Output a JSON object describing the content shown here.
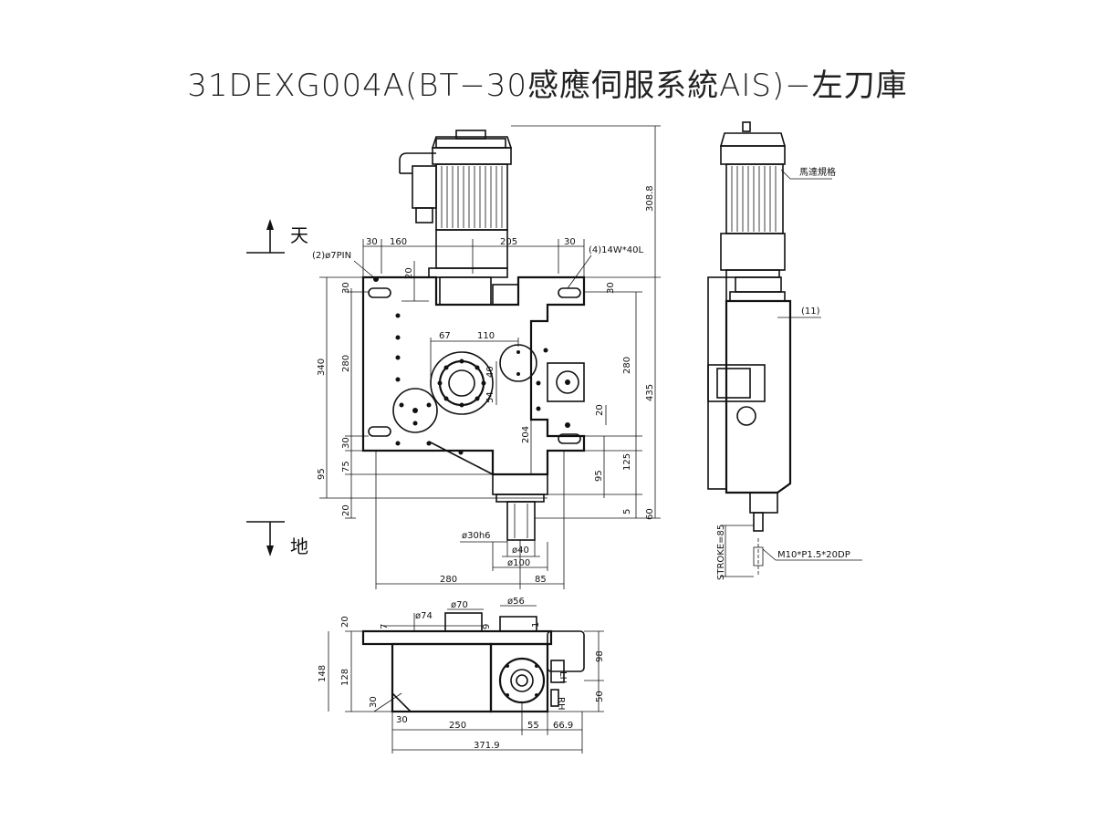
{
  "title": "31DEXG004A(BT−30感應伺服系統AIS)−左刀庫",
  "direction_labels": {
    "top": "天",
    "bottom": "地"
  },
  "front_view": {
    "dims": {
      "d30a": "30",
      "d160": "160",
      "d205": "205",
      "d30b": "30",
      "d20a": "20",
      "d30c": "30",
      "d30d": "30",
      "d340": "340",
      "d280a": "280",
      "d30e": "30",
      "d95a": "95",
      "d75": "75",
      "d20b": "20",
      "d67": "67",
      "d110": "110",
      "d40": "40",
      "d54": "54",
      "d204": "204",
      "d280b": "280",
      "d20c": "20",
      "d95b": "95",
      "d125": "125",
      "d5": "5",
      "d308": "308.8",
      "d435": "435",
      "d60": "60",
      "phi30h6": "ø30h6",
      "phi40": "ø40",
      "phi100": "ø100",
      "d280c": "280",
      "d85": "85"
    },
    "callouts": {
      "pin": "(2)ø7PIN",
      "slots": "(4)14W*40L"
    }
  },
  "side_view": {
    "dims": {
      "d11": "(11)",
      "stroke": "STROKE=85",
      "tap": "M10*P1.5*20DP",
      "motor_note": "馬達規格"
    }
  },
  "bottom_view": {
    "dims": {
      "d20": "20",
      "d7": "7",
      "phi74": "ø74",
      "phi70": "ø70",
      "d9": "9",
      "phi56": "ø56",
      "d1": "1",
      "d148": "148",
      "d128": "128",
      "d98": "98",
      "d50": "50",
      "d30a": "30",
      "d30b": "30",
      "d250": "250",
      "d55": "55",
      "d66": "66.9",
      "d371": "371.9"
    },
    "marks": {
      "lh": "LH",
      "rh": "RH"
    }
  }
}
